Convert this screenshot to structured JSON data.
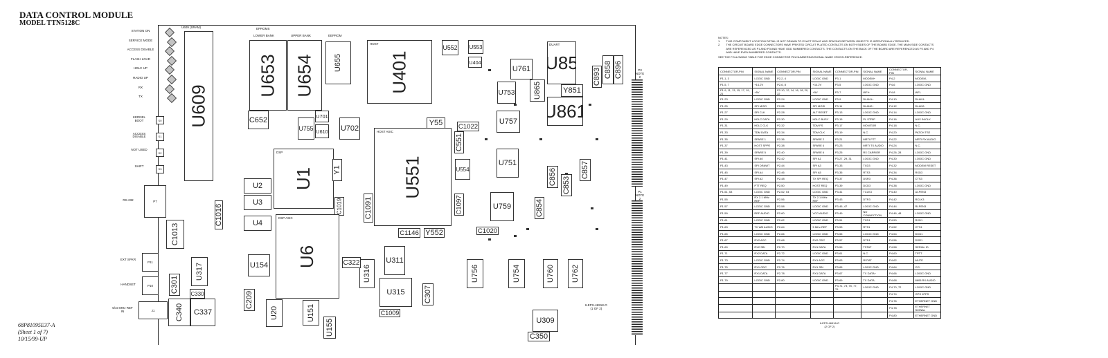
{
  "header": {
    "title": "DATA CONTROL MODULE",
    "model": "MODEL TTN5128C"
  },
  "footer": {
    "part_number": "68P81095E37-A",
    "sheet": "(Sheet 1 of 7)",
    "date": "10/15/99-UP"
  },
  "board": {
    "leds": [
      "STATION ON",
      "SERVICE MODE",
      "ACCESS DISABLE",
      "FLASH LOAD",
      "HDLC UP",
      "RADIO UP",
      "RX",
      "TX"
    ],
    "switches": [
      {
        "label": "KERNEL BOOT",
        "id": "S0"
      },
      {
        "label": "ACCESS DISABLE",
        "id": "S1"
      },
      {
        "label": "NOT USED",
        "id": "S2"
      },
      {
        "label": "SHIFT",
        "id": "S3"
      }
    ],
    "connectors": [
      {
        "label": "RS-232",
        "id": "P7"
      },
      {
        "label": "EXT SPKR",
        "id": "P11"
      },
      {
        "label": "HANDSET",
        "id": "P10"
      },
      {
        "label": "5/10 MHz REF IN",
        "id": "J1"
      }
    ],
    "section_labels": {
      "eproms": "EPROMS",
      "lower_bank": "LOWER BANK",
      "upper_bank": "UPPER BANK",
      "eeprom": "EEPROM",
      "host": "HOST",
      "dsp": "DSP",
      "dsp_asic": "DSP ASIC",
      "duart": "DUART",
      "host_asic": "HOST ASIC",
      "sram": "U609 (SRAM)"
    },
    "edge_labels": {
      "p3": "P3 NOTE 2",
      "p1": "P1 NOTE 2"
    },
    "components": [
      "U609",
      "U653",
      "U654",
      "U655",
      "U401",
      "U552",
      "U553",
      "U404",
      "U761",
      "U85",
      "C893",
      "C858",
      "C896",
      "U753",
      "U865",
      "Y851",
      "U861",
      "C652",
      "U755",
      "U701",
      "U610",
      "U702",
      "Y55",
      "C1022",
      "U757",
      "U551",
      "C551",
      "U554",
      "U751",
      "U1",
      "U2",
      "U3",
      "U4",
      "Y1",
      "C1019",
      "C1097",
      "C1091",
      "Y552",
      "U759",
      "C1020",
      "C856",
      "C854",
      "C853",
      "C857",
      "U6",
      "C1016",
      "C1013",
      "U154",
      "U317",
      "C301",
      "C330",
      "C340",
      "C337",
      "C1146",
      "U316",
      "U311",
      "C322",
      "U315",
      "U756",
      "U754",
      "U760",
      "U762",
      "U309",
      "C350",
      "C1009",
      "U20",
      "C209",
      "U151",
      "U155",
      "C307"
    ],
    "drawing_id": "ILEPS-46918-O\n(1 OF 2)"
  },
  "notes": {
    "heading": "NOTES:",
    "items": [
      {
        "num": "1.",
        "text": "THIS COMPONENT LOCATION DETAIL IS NOT DRAWN TO EXACT SCALE AND SPACING BETWEEN OBJECTS IS INTENTIONALLY REDUCED."
      },
      {
        "num": "2.",
        "text": "THE CIRCUIT BOARD EDGE CONNECTORS HAVE PRINTED CIRCUIT PLATED CONTACTS ON BOTH SIDES OF THE BOARD EDGE. THE MAIN SIDE CONTACTS ARE REFERENCED AS P1 AND P3 AND HAVE ODD NUMBERED CONTACTS. THE CONTACTS ON THE BACK OF THE BOARD ARE REFERENCED AS P2 AND P4 AND HAVE EVEN NUMBERED CONTACTS."
      }
    ],
    "table_intro": "SEE THE FOLLOWING TABLE FOR EDGE CONNECTOR PIN NUMBERING/SIGNAL NAME CROSS-REFERENCE:"
  },
  "pin_table": {
    "headers": [
      "CONNECTOR-PIN",
      "SIGNAL NAME",
      "CONNECTOR-PIN",
      "SIGNAL NAME",
      "CONNECTOR-PIN",
      "SIGNAL NAME",
      "CONNECTOR-PIN",
      "SIGNAL NAME"
    ],
    "rows": [
      [
        "P1-1, 3",
        "LOGIC GND",
        "P2-2, 4",
        "LOGIC GND",
        "P3-1",
        "MODEM+",
        "P4-2",
        "MODEM-"
      ],
      [
        "P1-5, 7",
        "+14.2V",
        "P2-6, 8",
        "+14.2V",
        "P3-5",
        "LOGIC GND",
        "P4-6",
        "LOGIC GND"
      ],
      [
        "P1-9, 11, 13, 15, 17, 19, 21",
        "+5V",
        "P2-10, 12, 14, 16, 18, 20, 22",
        "+5V",
        "P3-7",
        "WFI+",
        "P4-8",
        "WFI-"
      ],
      [
        "P1-23",
        "LOGIC GND",
        "P2-24",
        "LOGIC GND",
        "P3-9",
        "DLAN1+",
        "P4-10",
        "DLAN1-"
      ],
      [
        "P1-25",
        "SPI MISO",
        "P2-26",
        "SPI MOSI",
        "P3-11",
        "DLAN2+",
        "P4-12",
        "DLAN2-"
      ],
      [
        "P1-27",
        "SPI CLK",
        "P2-28",
        "ALT RESET",
        "P3-13",
        "LOGIC GND",
        "P4-14",
        "LOGIC GND"
      ],
      [
        "P1-29",
        "HDLC DATA",
        "P2-30",
        "HDLC BUSY",
        "P3-15",
        "PL STRIP",
        "P4-16",
        "AUX IN/CLK"
      ],
      [
        "P1-31",
        "HDLC CLK",
        "P2-32",
        "TDM FS",
        "P3-17",
        "MONITOR",
        "P4-18",
        "N.C."
      ],
      [
        "P1-33",
        "TDM DATA",
        "P2-34",
        "TDM CLK",
        "P3-19",
        "N.C.",
        "P4-20",
        "PATCH TSE"
      ],
      [
        "P1-35",
        "SPARE 1",
        "P2-36",
        "SPARE 2",
        "P3-21",
        "MRTI PTT",
        "P4-22",
        "MRTI RX AUDIO"
      ],
      [
        "P1-37",
        "HOST SPPE",
        "P2-38",
        "SPARE 4",
        "P3-23",
        "MRTI TX AUDIO",
        "P4-24",
        "N.C."
      ],
      [
        "P1-39",
        "SPARE 5",
        "P2-40",
        "SPARE 6",
        "P3-25",
        "RX CARRIER",
        "P4-26, 28",
        "LOGIC GND"
      ],
      [
        "P1-41",
        "SPI A0",
        "P2-42",
        "SPI A1",
        "P3-27, 29, 31",
        "LOGIC GND",
        "P4-30",
        "LOGIC GND"
      ],
      [
        "P1-43",
        "SPI DRAWT",
        "P2-44",
        "SPI A3",
        "P3-33",
        "TXD3",
        "P4-32",
        "MODEM RESET"
      ],
      [
        "P1-45",
        "SPI A4",
        "P2-46",
        "SPI A5",
        "P3-35",
        "RTS3",
        "P4-34",
        "RXD3"
      ],
      [
        "P1-47",
        "SPI A2",
        "P2-48",
        "TX SPI REQ",
        "P3-37",
        "DSR3",
        "P4-36",
        "CTS3"
      ],
      [
        "P1-49",
        "PTT REQ",
        "P2-50",
        "HOST REQ",
        "P3-39",
        "DCD3",
        "P4-38",
        "LOGIC GND"
      ],
      [
        "P1-51, 53",
        "LOGIC GND",
        "P2-52, 54",
        "LOGIC GND",
        "P3-41",
        "TCLK3",
        "P4-40",
        "ULPEN3"
      ],
      [
        "P1-55",
        "RX 2.1 MHz REF",
        "P2-56",
        "TX 2.1 MHz REF",
        "P3-43",
        "DTR3",
        "P4-42",
        "RCLK3"
      ],
      [
        "P1-57",
        "LOGIC GND",
        "P2-58",
        "LOGIC GND",
        "P3-45, 47",
        "LOGIC GND",
        "P4-44",
        "RLPEN3"
      ],
      [
        "P1-59",
        "REF AUDIO",
        "P2-60",
        "VCO AUDIO",
        "P3-49",
        "NO CONNECTION",
        "P4-46, 48",
        "LOGIC GND"
      ],
      [
        "P1-61",
        "LOGIC GND",
        "P2-62",
        "LOGIC GND",
        "P3-51",
        "TXD1",
        "P4-50",
        "RXD1"
      ],
      [
        "P1-63",
        "TX WB AUDIO",
        "P2-64",
        "5 MHz REF",
        "P3-53",
        "RTS1",
        "P4-52",
        "CTS1"
      ],
      [
        "P1-65",
        "LOGIC GND",
        "P2-66",
        "LOGIC GND",
        "P3-55",
        "LOGIC GND",
        "P4-54",
        "DCD1"
      ],
      [
        "P1-67",
        "RX2 AGC",
        "P2-68",
        "RX2 ODC",
        "P3-57",
        "DTR1",
        "P4-56",
        "DSR1"
      ],
      [
        "P1-69",
        "RX2 SBI",
        "P2-70",
        "RX1 DATA",
        "P3-59",
        "TSTAT",
        "P4-58",
        "SERIAL ID"
      ],
      [
        "P1-71",
        "RX2 DATA",
        "P2-72",
        "LOGIC GND",
        "P3-61",
        "N.C.",
        "P4-60",
        "TPTT"
      ],
      [
        "P1-73",
        "LOGIC GND",
        "P2-74",
        "RX1 AGC",
        "P3-63",
        "RSTAT",
        "P4-62",
        "MUTE"
      ],
      [
        "P1-75",
        "RX1 ODC",
        "P2-76",
        "RX1 SBI",
        "P3-65",
        "LOGIC GND",
        "P4-64",
        "CCI"
      ],
      [
        "P1-77",
        "RX1 DATA",
        "P2-78",
        "RX1 DATA",
        "P3-67",
        "TX DATA+",
        "P4-66",
        "LOGIC GND"
      ],
      [
        "P1-79",
        "LOGIC GND",
        "P2-80",
        "LOGIC GND",
        "P3-69",
        "TX DATA-",
        "P4-68",
        "8605 RX AUDIO"
      ],
      [
        "",
        "",
        "",
        "",
        "P3-71, 73, 75, 77, 79",
        "LOGIC GND",
        "P4-70, 72",
        "LOGIC GND"
      ],
      [
        "",
        "",
        "",
        "",
        "",
        "",
        "P4-74",
        "GPS 1PPS"
      ],
      [
        "",
        "",
        "",
        "",
        "",
        "",
        "P4-76",
        "ETHERNET GND"
      ],
      [
        "",
        "",
        "",
        "",
        "",
        "",
        "P4-78",
        "ETHERNET SIGNAL"
      ],
      [
        "",
        "",
        "",
        "",
        "",
        "",
        "P4-80",
        "ETHERNET GND"
      ]
    ],
    "drawing_id": "ILEPS-46918-O\n(2 OF 2)"
  }
}
